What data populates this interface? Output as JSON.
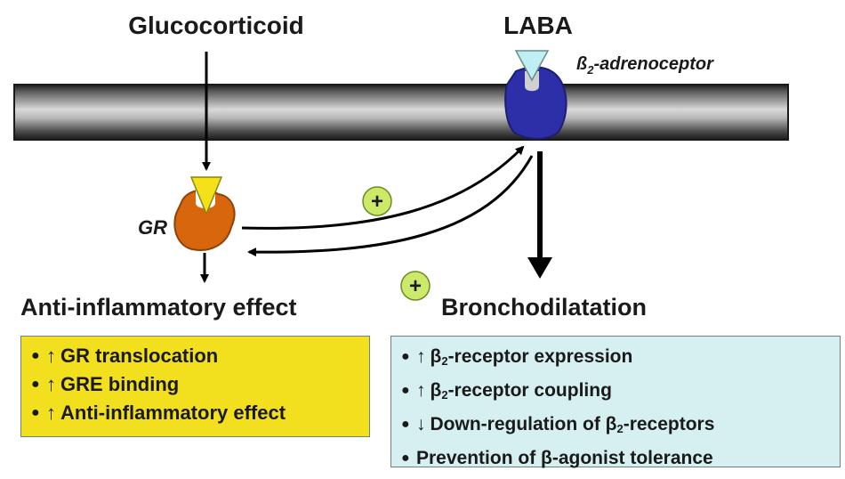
{
  "labels": {
    "glucocorticoid": "Glucocorticoid",
    "laba": "LABA",
    "b2_receptor_prefix": "ß",
    "b2_receptor_sub": "2",
    "b2_receptor_suffix": "-adrenoceptor",
    "gr": "GR",
    "anti_inflammatory": "Anti-inflammatory effect",
    "bronchodilatation": "Bronchodilatation",
    "plus_upper": "+",
    "plus_lower": "+"
  },
  "gr_box": {
    "items": [
      {
        "arrow": "↑",
        "text": "GR translocation"
      },
      {
        "arrow": "↑",
        "text": "GRE binding"
      },
      {
        "arrow": "↑",
        "text": "Anti-inflammatory effect"
      }
    ]
  },
  "b2_box": {
    "items": [
      {
        "arrow": "↑",
        "pre": "β",
        "sub": "2",
        "post": "-receptor expression"
      },
      {
        "arrow": "↑",
        "pre": "β",
        "sub": "2",
        "post": "-receptor coupling"
      },
      {
        "arrow": "↓",
        "pre": "Down-regulation of β",
        "sub": "2",
        "post": "-receptors"
      },
      {
        "arrow": "",
        "pre": "Prevention of β-agonist tolerance",
        "sub": "",
        "post": ""
      }
    ]
  },
  "colors": {
    "gr_box_fill": "#f2df1e",
    "b2_box_fill": "#d6f0f2",
    "gr_receptor": "#d8660c",
    "b2_receptor": "#2c2fa8",
    "glucocorticoid_ligand": "#f3e21a",
    "laba_ligand": "#bfeff2",
    "plus_circle": "#cce96a"
  }
}
